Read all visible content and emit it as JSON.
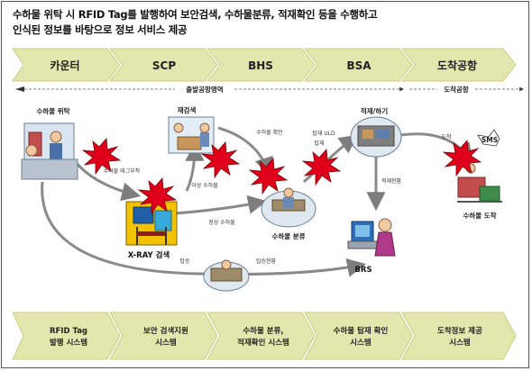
{
  "title": {
    "line1": "수하물 위탁 시 RFID Tag를 발행하여 보안검색, 수하물분류, 적재확인 등을 수행하고",
    "line2": "인식된 정보를 바탕으로 정보 서비스 제공"
  },
  "stages": [
    "카운터",
    "SCP",
    "BHS",
    "BSA",
    "도착공항"
  ],
  "zones": {
    "departure": "출발공항영역",
    "arrival": "도착공항"
  },
  "nodes": {
    "baggage_checkin": "수하물 위탁",
    "rescreening": "재검색",
    "xray": "X-RAY 검색",
    "sorting": "수하물 분류",
    "loading": "적재/하기",
    "brs": "BRS",
    "arrival": "수하물 도착",
    "sms": "SMS"
  },
  "flow_labels": {
    "tag_attach": "수하물 태그부착",
    "abnormal_baggage": "이상 수하물",
    "normal_baggage": "정상 수하물",
    "baggage_confirm": "수하물 확인",
    "uld_loading_1": "탑재 ULD",
    "uld_loading_2": "탑재",
    "loading_status": "적재현황",
    "boarding_left": "탑승",
    "boarding_status": "탑승현황",
    "arrival_edge": "도착"
  },
  "systems": [
    {
      "line1": "RFID Tag",
      "line2": "발행 시스템"
    },
    {
      "line1": "보안 검색지원",
      "line2": "시스템"
    },
    {
      "line1": "수하물 분류,",
      "line2": "적재확인 시스템"
    },
    {
      "line1": "수하물 탑재 확인",
      "line2": "시스템"
    },
    {
      "line1": "도착정보 제공",
      "line2": "시스템"
    }
  ],
  "colors": {
    "banner": "#e3e7ae",
    "banner_edge": "#c9cf83",
    "arrow": "#8a8a8a",
    "burst": "#e0001b",
    "burst_edge": "#7a0000"
  }
}
